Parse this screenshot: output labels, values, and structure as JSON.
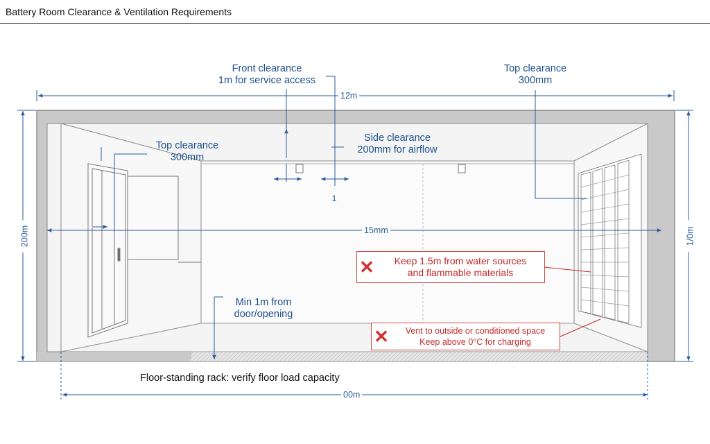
{
  "header": {
    "title": "Battery Room Clearance & Ventilation Requirements"
  },
  "labels": {
    "front_clearance": "Front clearance",
    "front_clearance_sub": "1m for service access",
    "top_clearance_right": "Top clearance",
    "top_clearance_right_sub": "300mm",
    "top_clearance_left": "Top clearance",
    "top_clearance_left_sub": "300mm",
    "side_clearance": "Side clearance",
    "side_clearance_sub": "200mm for airflow",
    "marker_one": "1",
    "min_door": "Min 1m from",
    "min_door_sub": "door/opening",
    "floor_note": "Floor-standing rack: verify floor load capacity"
  },
  "dimensions": {
    "top_width": "12m",
    "inner_width": "15mm",
    "bottom_width": "00m",
    "left_height": "200m",
    "right_height": "1/0m"
  },
  "warnings": {
    "water": {
      "line1": "Keep 1.5m from water sources",
      "line2": "and flammable materials"
    },
    "vent": {
      "line1": "Vent to outside or conditioned space",
      "line2": "Keep above 0°C for charging"
    }
  },
  "colors": {
    "dimension_blue": "#2a5c99",
    "warning_red": "#c42a2a",
    "wall_gray": "#c9c9c9"
  }
}
